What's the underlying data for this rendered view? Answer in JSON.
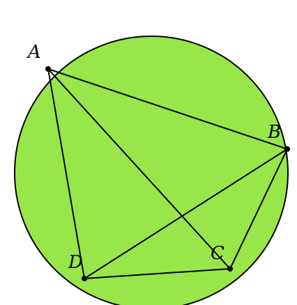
{
  "diagram": {
    "colors": {
      "circle_fill": "#99e64a",
      "stroke": "#000000",
      "background": "#ffffff"
    },
    "points": {
      "A": {
        "label": "A"
      },
      "B": {
        "label": "B"
      },
      "C": {
        "label": "C"
      },
      "D": {
        "label": "D"
      }
    }
  }
}
